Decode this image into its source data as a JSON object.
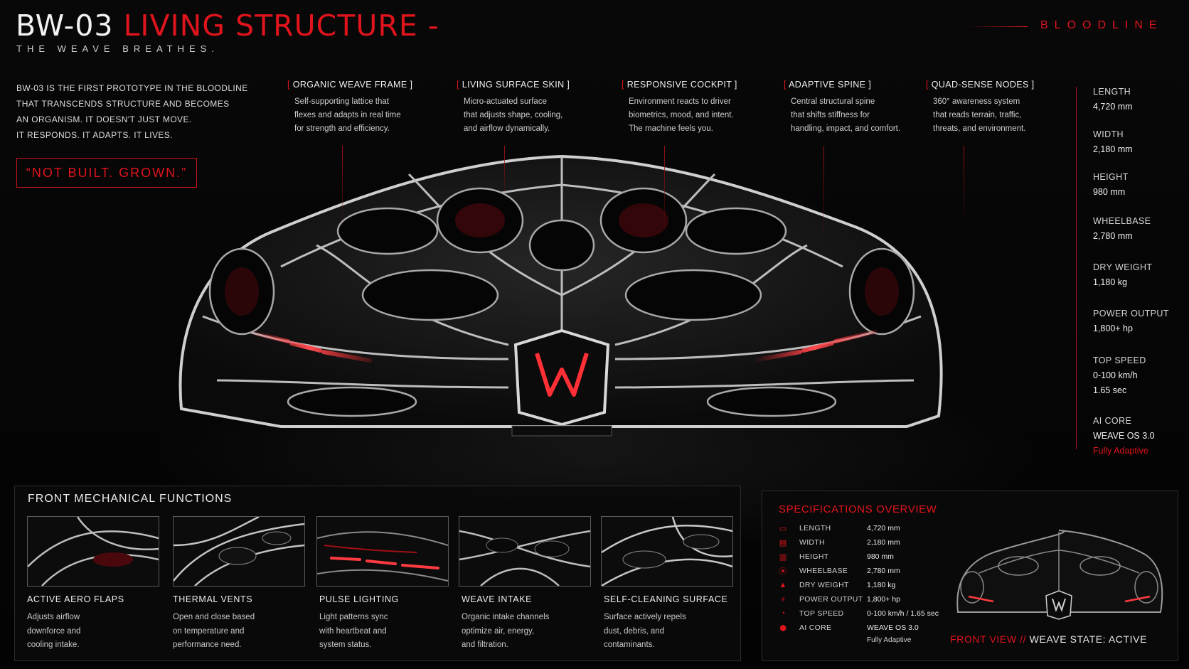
{
  "header": {
    "title_white": "BW-03",
    "title_red": "LIVING STRUCTURE",
    "title_dash": "-",
    "subtitle": "THE WEAVE BREATHES.",
    "brand": "BLOODLINE"
  },
  "intro": {
    "lines": [
      "BW-03 IS THE FIRST PROTOTYPE IN THE BLOODLINE",
      "THAT TRANSCENDS STRUCTURE AND BECOMES",
      "AN ORGANISM. IT DOESN'T JUST MOVE.",
      "IT RESPONDS. IT ADAPTS. IT LIVES."
    ],
    "quote": "“NOT BUILT. GROWN.”"
  },
  "features": [
    {
      "title": "ORGANIC WEAVE FRAME",
      "lines": [
        "Self-supporting lattice that",
        "flexes and adapts in real time",
        "for strength and efficiency."
      ]
    },
    {
      "title": "LIVING SURFACE SKIN",
      "lines": [
        "Micro-actuated surface",
        "that adjusts shape, cooling,",
        "and airflow dynamically."
      ]
    },
    {
      "title": "RESPONSIVE COCKPIT",
      "lines": [
        "Environment reacts to driver",
        "biometrics, mood, and intent.",
        "The machine feels you."
      ]
    },
    {
      "title": "ADAPTIVE SPINE",
      "lines": [
        "Central structural spine",
        "that shifts stiffness for",
        "handling, impact, and comfort."
      ]
    },
    {
      "title": "QUAD-SENSE NODES",
      "lines": [
        "360° awareness system",
        "that reads terrain, traffic,",
        "threats, and environment."
      ]
    }
  ],
  "specs": [
    {
      "label": "LENGTH",
      "value": "4,720 mm"
    },
    {
      "label": "WIDTH",
      "value": "2,180 mm"
    },
    {
      "label": "HEIGHT",
      "value": "980 mm"
    },
    {
      "label": "WHEELBASE",
      "value": "2,780 mm"
    },
    {
      "label": "DRY WEIGHT",
      "value": "1,180 kg"
    },
    {
      "label": "POWER OUTPUT",
      "value": "1,800+ hp"
    },
    {
      "label": "TOP SPEED",
      "value": "0-100 km/h",
      "value2": "1.65 sec"
    },
    {
      "label": "AI CORE",
      "value": "WEAVE OS 3.0",
      "note": "Fully Adaptive"
    }
  ],
  "front_functions": {
    "title": "FRONT MECHANICAL FUNCTIONS",
    "items": [
      {
        "name": "ACTIVE AERO FLAPS",
        "lines": [
          "Adjusts airflow",
          "downforce and",
          "cooling intake."
        ]
      },
      {
        "name": "THERMAL VENTS",
        "lines": [
          "Open and close based",
          "on temperature and",
          "performance need."
        ]
      },
      {
        "name": "PULSE LIGHTING",
        "lines": [
          "Light patterns sync",
          "with heartbeat and",
          "system status."
        ]
      },
      {
        "name": "WEAVE INTAKE",
        "lines": [
          "Organic intake channels",
          "optimize air, energy,",
          "and filtration."
        ]
      },
      {
        "name": "SELF-CLEANING SURFACE",
        "lines": [
          "Surface actively repels",
          "dust, debris, and",
          "contaminants."
        ]
      }
    ]
  },
  "spec_overview": {
    "title": "SPECIFICATIONS OVERVIEW",
    "rows": [
      {
        "icon": "length-icon",
        "label": "LENGTH",
        "value": "4,720 mm"
      },
      {
        "icon": "width-icon",
        "label": "WIDTH",
        "value": "2,180 mm"
      },
      {
        "icon": "height-icon",
        "label": "HEIGHT",
        "value": "980 mm"
      },
      {
        "icon": "wheelbase-icon",
        "label": "WHEELBASE",
        "value": "2,780 mm"
      },
      {
        "icon": "weight-icon",
        "label": "DRY WEIGHT",
        "value": "1,180 kg"
      },
      {
        "icon": "power-icon",
        "label": "POWER OUTPUT",
        "value": "1,800+ hp"
      },
      {
        "icon": "speed-icon",
        "label": "TOP SPEED",
        "value": "0-100 km/h / 1.65 sec"
      },
      {
        "icon": "ai-core-icon",
        "label": "AI CORE",
        "value": "WEAVE OS 3.0",
        "value2": "Fully Adaptive"
      }
    ],
    "view_label_red": "FRONT VIEW //",
    "view_label_white": "WEAVE STATE: ACTIVE"
  },
  "colors": {
    "accent": "#e0141c",
    "background": "#050505",
    "frame": "#c9c9c9"
  }
}
